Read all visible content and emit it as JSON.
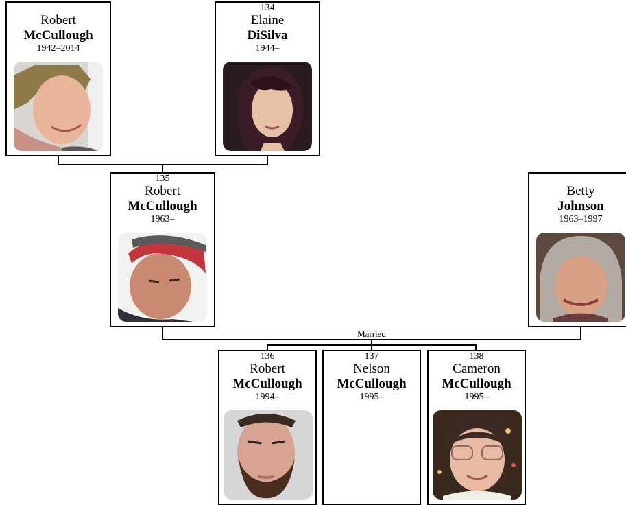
{
  "people": {
    "robert_sr": {
      "id": "",
      "first": "Robert",
      "last": "McCullough",
      "years": "1942–2014"
    },
    "elaine": {
      "id": "134",
      "first": "Elaine",
      "last": "DiSilva",
      "years": "1944–"
    },
    "robert": {
      "id": "135",
      "first": "Robert",
      "last": "McCullough",
      "years": "1963–"
    },
    "betty": {
      "id": "",
      "first": "Betty",
      "last": "Johnson",
      "years": "1963–1997"
    },
    "robert_jr": {
      "id": "136",
      "first": "Robert",
      "last": "McCullough",
      "years": "1994–"
    },
    "nelson": {
      "id": "137",
      "first": "Nelson",
      "last": "McCullough",
      "years": "1995–"
    },
    "cameron": {
      "id": "138",
      "first": "Cameron",
      "last": "McCullough",
      "years": "1995–"
    }
  },
  "relationship": {
    "married_label": "Married"
  }
}
